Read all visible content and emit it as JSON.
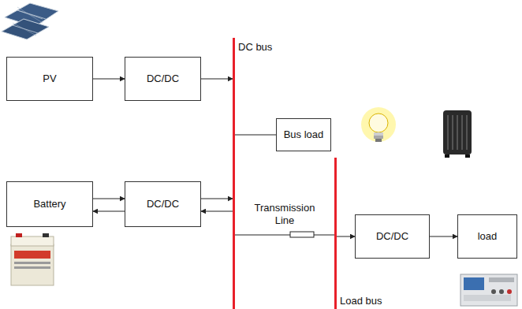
{
  "diagram": {
    "nodes": [
      {
        "text": [
          "DC bus"
        ]
      },
      {
        "text": [
          "PV"
        ]
      },
      {
        "text": [
          "DC/DC"
        ]
      },
      {
        "text": [
          "Bus load"
        ]
      },
      {
        "text": [
          "Load bus"
        ]
      },
      {
        "text": [
          "Battery"
        ]
      },
      {
        "text": [
          "DC/DC"
        ]
      },
      {
        "text": [
          "DC/DC"
        ]
      },
      {
        "text": [
          "load"
        ]
      }
    ],
    "edges": [
      {
        "from": 1,
        "to": 2,
        "arrow": "to"
      },
      {
        "from": 2,
        "to": 0,
        "arrow": "to"
      },
      {
        "from": 0,
        "to": 3,
        "arrow": "none"
      },
      {
        "from": 5,
        "to": 6,
        "arrow": "to"
      },
      {
        "from": 6,
        "to": 5,
        "arrow": "to"
      },
      {
        "from": 6,
        "to": 0,
        "arrow": "to"
      },
      {
        "from": 0,
        "to": 6,
        "arrow": "to"
      },
      {
        "from": 0,
        "to": 4,
        "label": "Transmission Line",
        "arrow": "none"
      },
      {
        "from": 4,
        "to": 7,
        "arrow": "to"
      },
      {
        "from": 7,
        "to": 8,
        "arrow": "to"
      }
    ]
  }
}
